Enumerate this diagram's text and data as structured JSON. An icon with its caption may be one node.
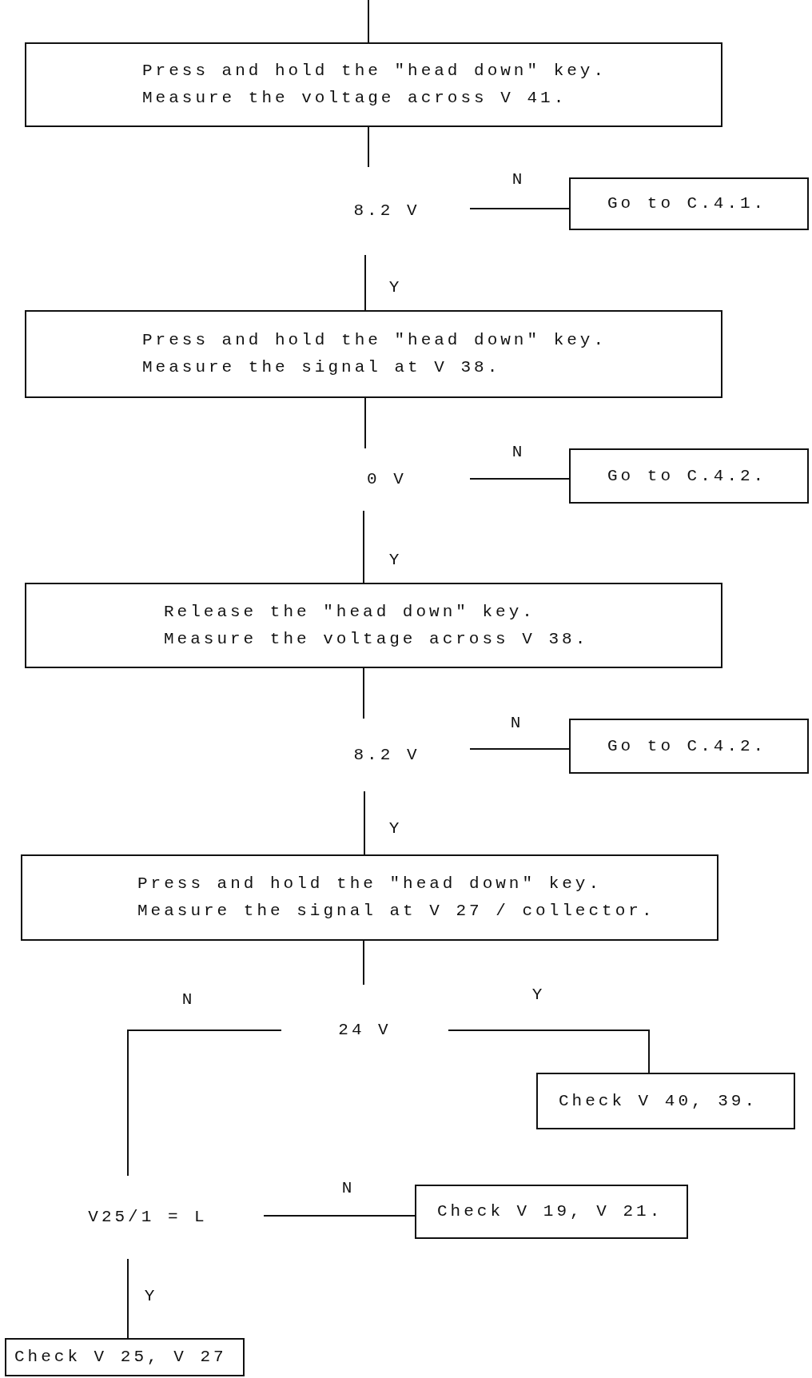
{
  "diagram": {
    "nodes": [
      {
        "text": [
          "Press and hold the \"head down\" key.",
          "Measure the voltage across V 41."
        ]
      },
      {
        "text": [
          "8.2 V"
        ]
      },
      {
        "text": [
          "Go to C.4.1."
        ]
      },
      {
        "text": [
          "Press and hold the \"head down\" key.",
          "Measure the signal at V 38."
        ]
      },
      {
        "text": [
          "0 V"
        ]
      },
      {
        "text": [
          "Go to C.4.2."
        ]
      },
      {
        "text": [
          "Release the \"head down\" key.",
          "Measure the voltage across V 38."
        ]
      },
      {
        "text": [
          "8.2 V"
        ]
      },
      {
        "text": [
          "Go to C.4.2."
        ]
      },
      {
        "text": [
          "Press and hold the \"head down\" key.",
          "Measure the signal at V 27 / collector."
        ]
      },
      {
        "text": [
          "24 V"
        ]
      },
      {
        "text": [
          "Check V 40, 39."
        ]
      },
      {
        "text": [
          "V25/1 = L"
        ]
      },
      {
        "text": [
          "Check V 19, V 21."
        ]
      },
      {
        "text": [
          "Check V 25, V 27"
        ]
      }
    ],
    "edges": [
      {
        "from": null,
        "to": 0,
        "arrow": "none"
      },
      {
        "from": 0,
        "to": 1,
        "arrow": "none"
      },
      {
        "from": 1,
        "to": 2,
        "arrow": "none",
        "label": "N"
      },
      {
        "from": 1,
        "to": 3,
        "arrow": "none",
        "label": "Y"
      },
      {
        "from": 3,
        "to": 4,
        "arrow": "none"
      },
      {
        "from": 4,
        "to": 5,
        "arrow": "none",
        "label": "N"
      },
      {
        "from": 4,
        "to": 6,
        "arrow": "none",
        "label": "Y"
      },
      {
        "from": 6,
        "to": 7,
        "arrow": "none"
      },
      {
        "from": 7,
        "to": 8,
        "arrow": "none",
        "label": "N"
      },
      {
        "from": 7,
        "to": 9,
        "arrow": "none",
        "label": "Y"
      },
      {
        "from": 9,
        "to": 10,
        "arrow": "none"
      },
      {
        "from": 10,
        "to": 11,
        "arrow": "none",
        "label": "Y"
      },
      {
        "from": 10,
        "to": 12,
        "arrow": "none",
        "label": "N"
      },
      {
        "from": 12,
        "to": 13,
        "arrow": "none",
        "label": "N"
      },
      {
        "from": 12,
        "to": 14,
        "arrow": "none",
        "label": "Y"
      }
    ]
  }
}
